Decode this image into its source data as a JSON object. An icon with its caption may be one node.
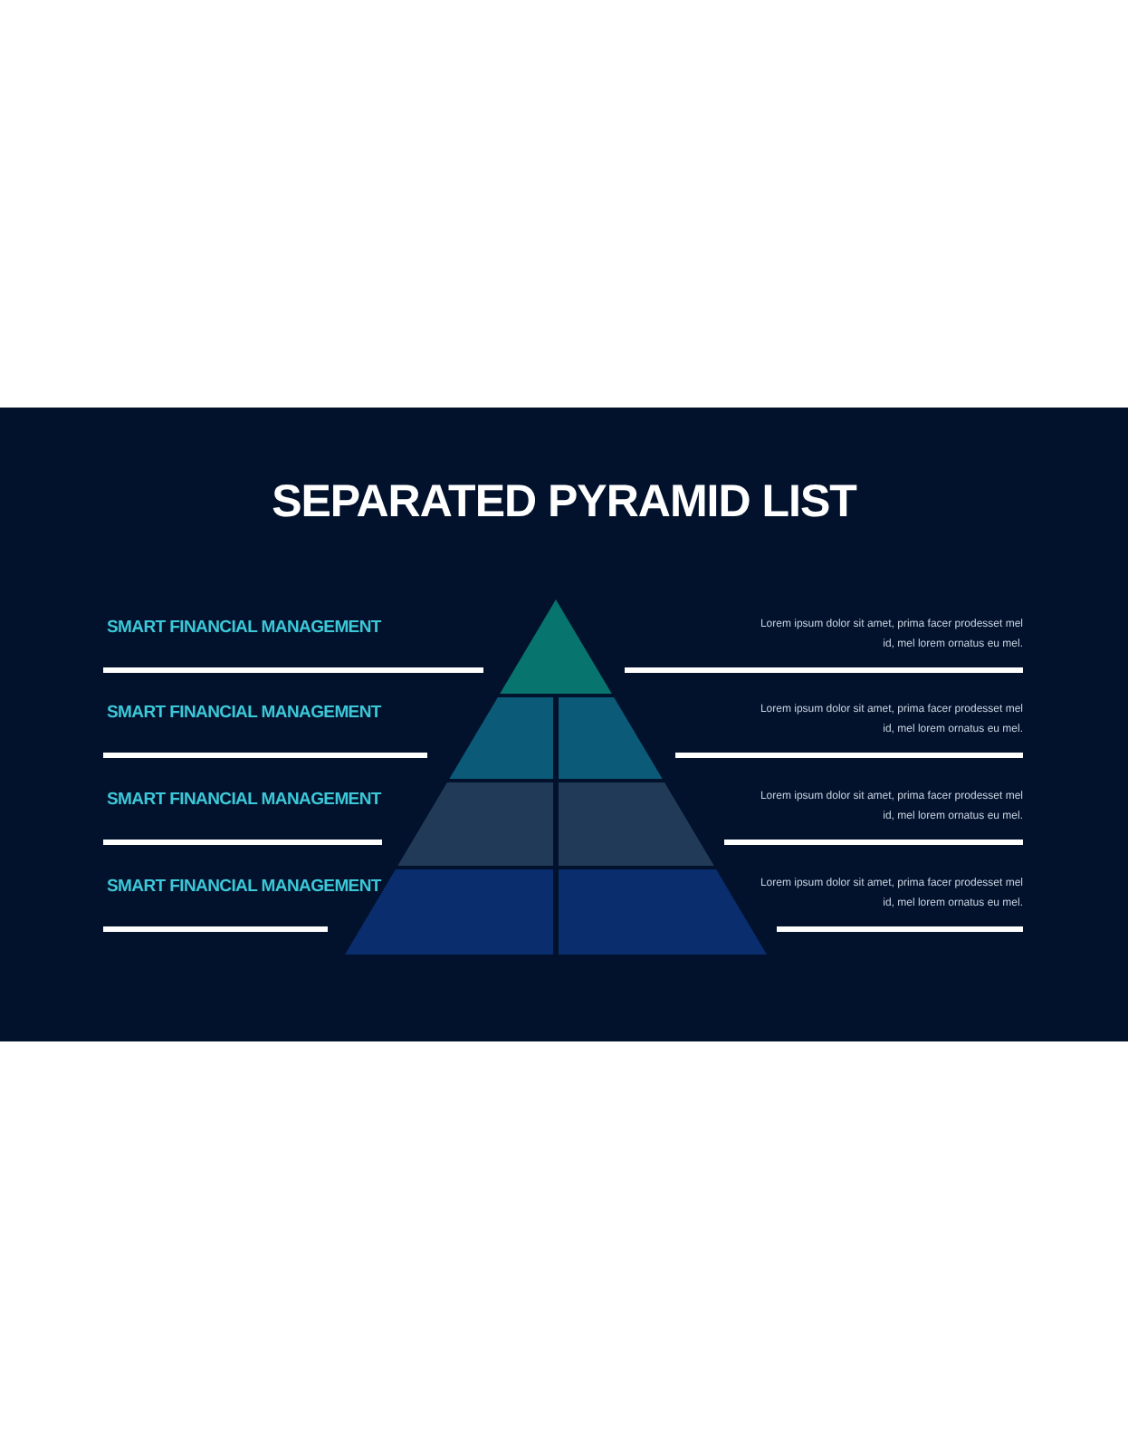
{
  "diagram": {
    "title": "SEPARATED PYRAMID LIST",
    "labels": [
      "SMART FINANCIAL MANAGEMENT",
      "Lorem ipsum dolor sit amet, prima facer prodesset mel id, mel lorem ornatus eu mel.",
      "SMART FINANCIAL MANAGEMENT",
      "Lorem ipsum dolor sit amet, prima facer prodesset mel id, mel lorem ornatus eu mel.",
      "SMART FINANCIAL MANAGEMENT",
      "Lorem ipsum dolor sit amet, prima facer prodesset mel id, mel lorem ornatus eu mel.",
      "SMART FINANCIAL MANAGEMENT",
      "Lorem ipsum dolor sit amet, prima facer prodesset mel id, mel lorem ornatus eu mel."
    ]
  }
}
